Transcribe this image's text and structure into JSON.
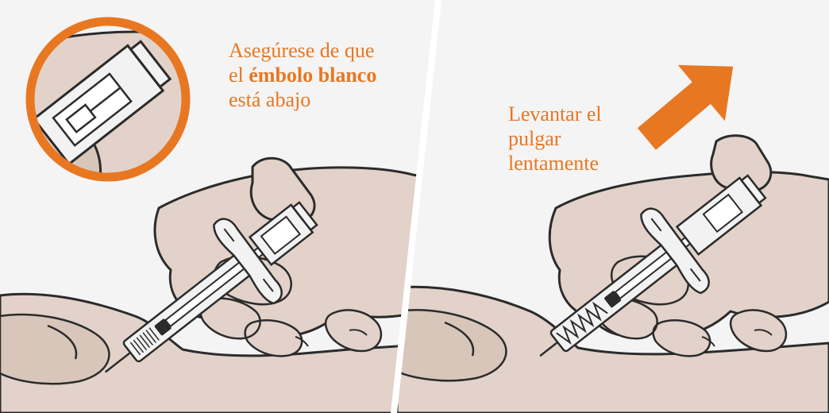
{
  "colors": {
    "accent": "#e87722",
    "skin": "#e2d2c9",
    "skin_dark": "#d8c6bb",
    "outline": "#2b2b2b",
    "background": "#f4f4f4",
    "divider": "#ffffff",
    "syringe_fill": "#f2f2f2"
  },
  "panels": [
    {
      "id": "left",
      "caption_lines": [
        "Asegúrese de que",
        "el ",
        "émbolo blanco",
        "está abajo"
      ],
      "plunger_state": "down",
      "magnifier": true
    },
    {
      "id": "right",
      "caption_lines": [
        "Levantar el",
        "pulgar",
        "lentamente"
      ],
      "plunger_state": "rising",
      "arrow_direction": "up-right"
    }
  ]
}
